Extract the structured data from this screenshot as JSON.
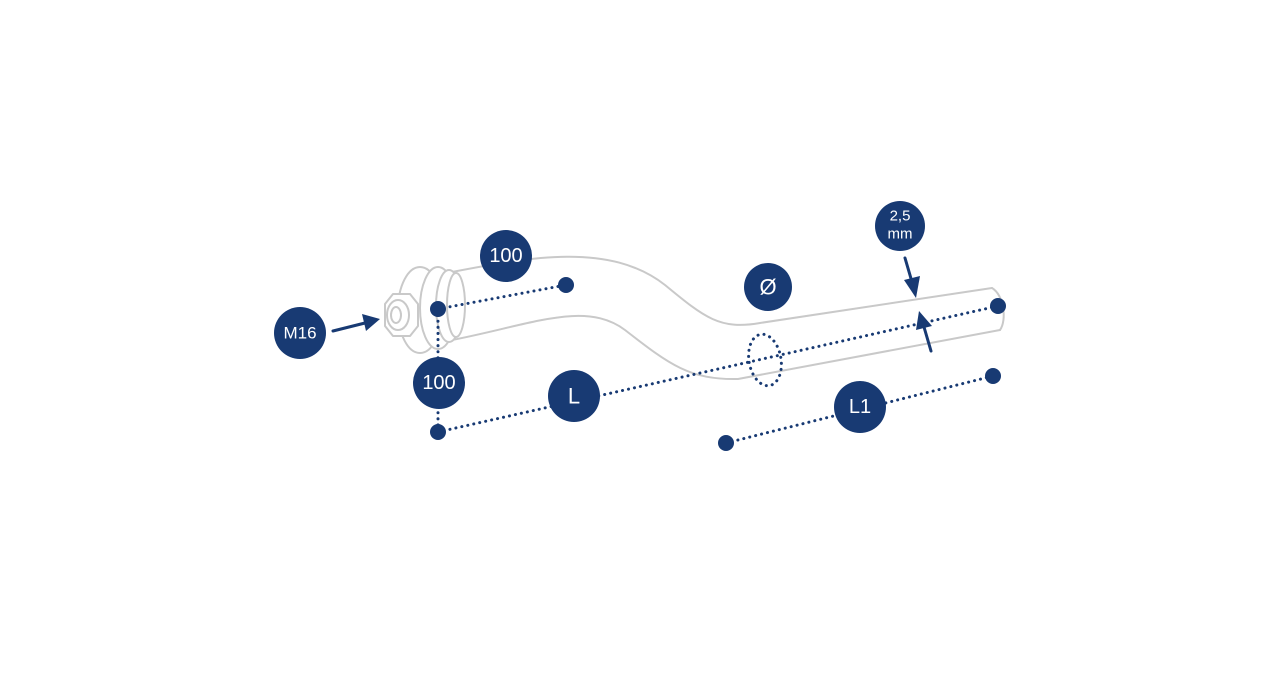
{
  "diagram": {
    "colors": {
      "accent": "#183a73",
      "outline": "#c9c9c9",
      "background": "#ffffff"
    },
    "labels": {
      "thread": "M16",
      "offset_horizontal": "100",
      "offset_vertical": "100",
      "length_total": "L",
      "length_straight": "L1",
      "diameter": "Ø",
      "wall_value": "2,5",
      "wall_unit": "mm"
    }
  }
}
